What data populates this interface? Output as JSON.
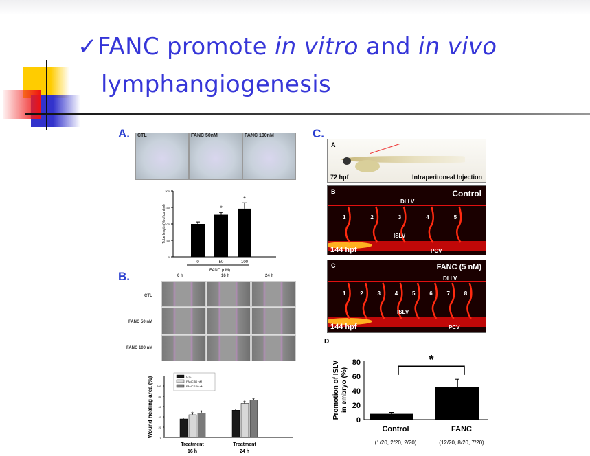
{
  "title": {
    "check": "✓",
    "line1_a": "FANC promote ",
    "line1_b": "in vitro",
    "line1_c": " and ",
    "line1_d": "in vivo",
    "line2": "lymphangiogenesis"
  },
  "panel_a": {
    "label": "A.",
    "photos": [
      "CTL",
      "FANC 50nM",
      "FANC 100nM"
    ]
  },
  "panel_b": {
    "label": "B.",
    "cols": [
      "0 h",
      "16 h",
      "24 h"
    ],
    "rows": [
      "CTL",
      "FANC 50 nM",
      "FANC 100 nM"
    ]
  },
  "panel_c": {
    "label": "C.",
    "sub_a": {
      "letter": "A",
      "age": "72 hpf",
      "caption": "Intraperitoneal Injection"
    },
    "sub_b": {
      "letter": "B",
      "title": "Control",
      "age": "144 hpf",
      "dllv": "DLLV",
      "islv": "ISLV",
      "pcv": "PCV",
      "numbers": [
        "1",
        "2",
        "3",
        "4",
        "5"
      ]
    },
    "sub_c": {
      "letter": "C",
      "title": "FANC (5 nM)",
      "age": "144 hpf",
      "dllv": "DLLV",
      "islv": "ISLV",
      "pcv": "PCV",
      "numbers": [
        "1",
        "2",
        "3",
        "4",
        "5",
        "6",
        "7",
        "8"
      ]
    }
  },
  "chart_data": [
    {
      "type": "bar",
      "title": "",
      "xlabel": "FANC (nM)",
      "ylabel": "Tube length (% of control)",
      "categories": [
        "0",
        "50",
        "100"
      ],
      "values": [
        100,
        128,
        146
      ],
      "errors": [
        6,
        7,
        18
      ],
      "significant": [
        false,
        true,
        true
      ],
      "ylim": [
        0,
        200
      ],
      "yticks": [
        0,
        50,
        100,
        150,
        200
      ]
    },
    {
      "type": "bar",
      "xlabel": "",
      "ylabel": "Wound healing area (%)",
      "categories": [
        "Treatment\n16 h",
        "Treatment\n24 h"
      ],
      "category_lines": [
        [
          "Treatment",
          "16 h"
        ],
        [
          "Treatment",
          "24 h"
        ]
      ],
      "series": [
        {
          "name": "CTL",
          "values": [
            36,
            53
          ],
          "errors": [
            2,
            2
          ],
          "color": "#1a1a1a"
        },
        {
          "name": "FANC 50 nM",
          "values": [
            44,
            66
          ],
          "errors": [
            3,
            3
          ],
          "color": "#d8d8d8"
        },
        {
          "name": "FANC 100 nM",
          "values": [
            47,
            73
          ],
          "errors": [
            3,
            1
          ],
          "color": "#7a7a7a"
        }
      ],
      "significant_marker": "*",
      "ylim": [
        0,
        100
      ],
      "yticks": [
        0,
        20,
        40,
        60,
        80,
        100
      ],
      "legend": "top-left"
    },
    {
      "type": "bar",
      "panel": "D",
      "ylabel_lines": [
        "Promotion of ISLV",
        "in embryo (%)"
      ],
      "categories": [
        "Control",
        "FANC"
      ],
      "sublabels": [
        "(1/20, 2/20, 2/20)",
        "(12/20, 8/20, 7/20)"
      ],
      "values": [
        8,
        45
      ],
      "errors": [
        2,
        11
      ],
      "significance": "*",
      "ylim": [
        0,
        80
      ],
      "yticks": [
        0,
        20,
        40,
        60,
        80
      ]
    }
  ]
}
